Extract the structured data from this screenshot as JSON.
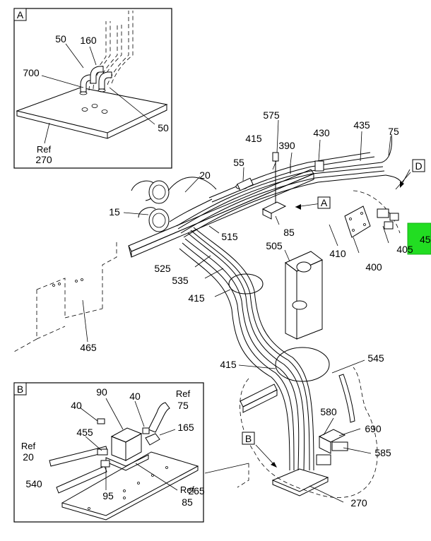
{
  "diagram": {
    "detail_tags": {
      "a": "A",
      "b": "B",
      "d": "D"
    },
    "callouts": {
      "c15": "15",
      "c20": "20",
      "c40a": "40",
      "c40b": "40",
      "c45": "45",
      "c50a": "50",
      "c50b": "50",
      "c55": "55",
      "c75": "75",
      "c85": "85",
      "c90": "90",
      "c95": "95",
      "c160": "160",
      "c165": "165",
      "c265": "265",
      "c270": "270",
      "c390": "390",
      "c400": "400",
      "c405": "405",
      "c410": "410",
      "c415a": "415",
      "c415b": "415",
      "c415c": "415",
      "c430": "430",
      "c435": "435",
      "c455": "455",
      "c465": "465",
      "c505": "505",
      "c515": "515",
      "c525": "525",
      "c535": "535",
      "c540": "540",
      "c545": "545",
      "c575": "575",
      "c580": "580",
      "c585": "585",
      "c690": "690",
      "c700": "700"
    },
    "refs": {
      "ref_word": "Ref",
      "r270": "270",
      "r20": "20",
      "r75": "75",
      "r85": "85"
    },
    "highlight_color": "#22dd22"
  }
}
